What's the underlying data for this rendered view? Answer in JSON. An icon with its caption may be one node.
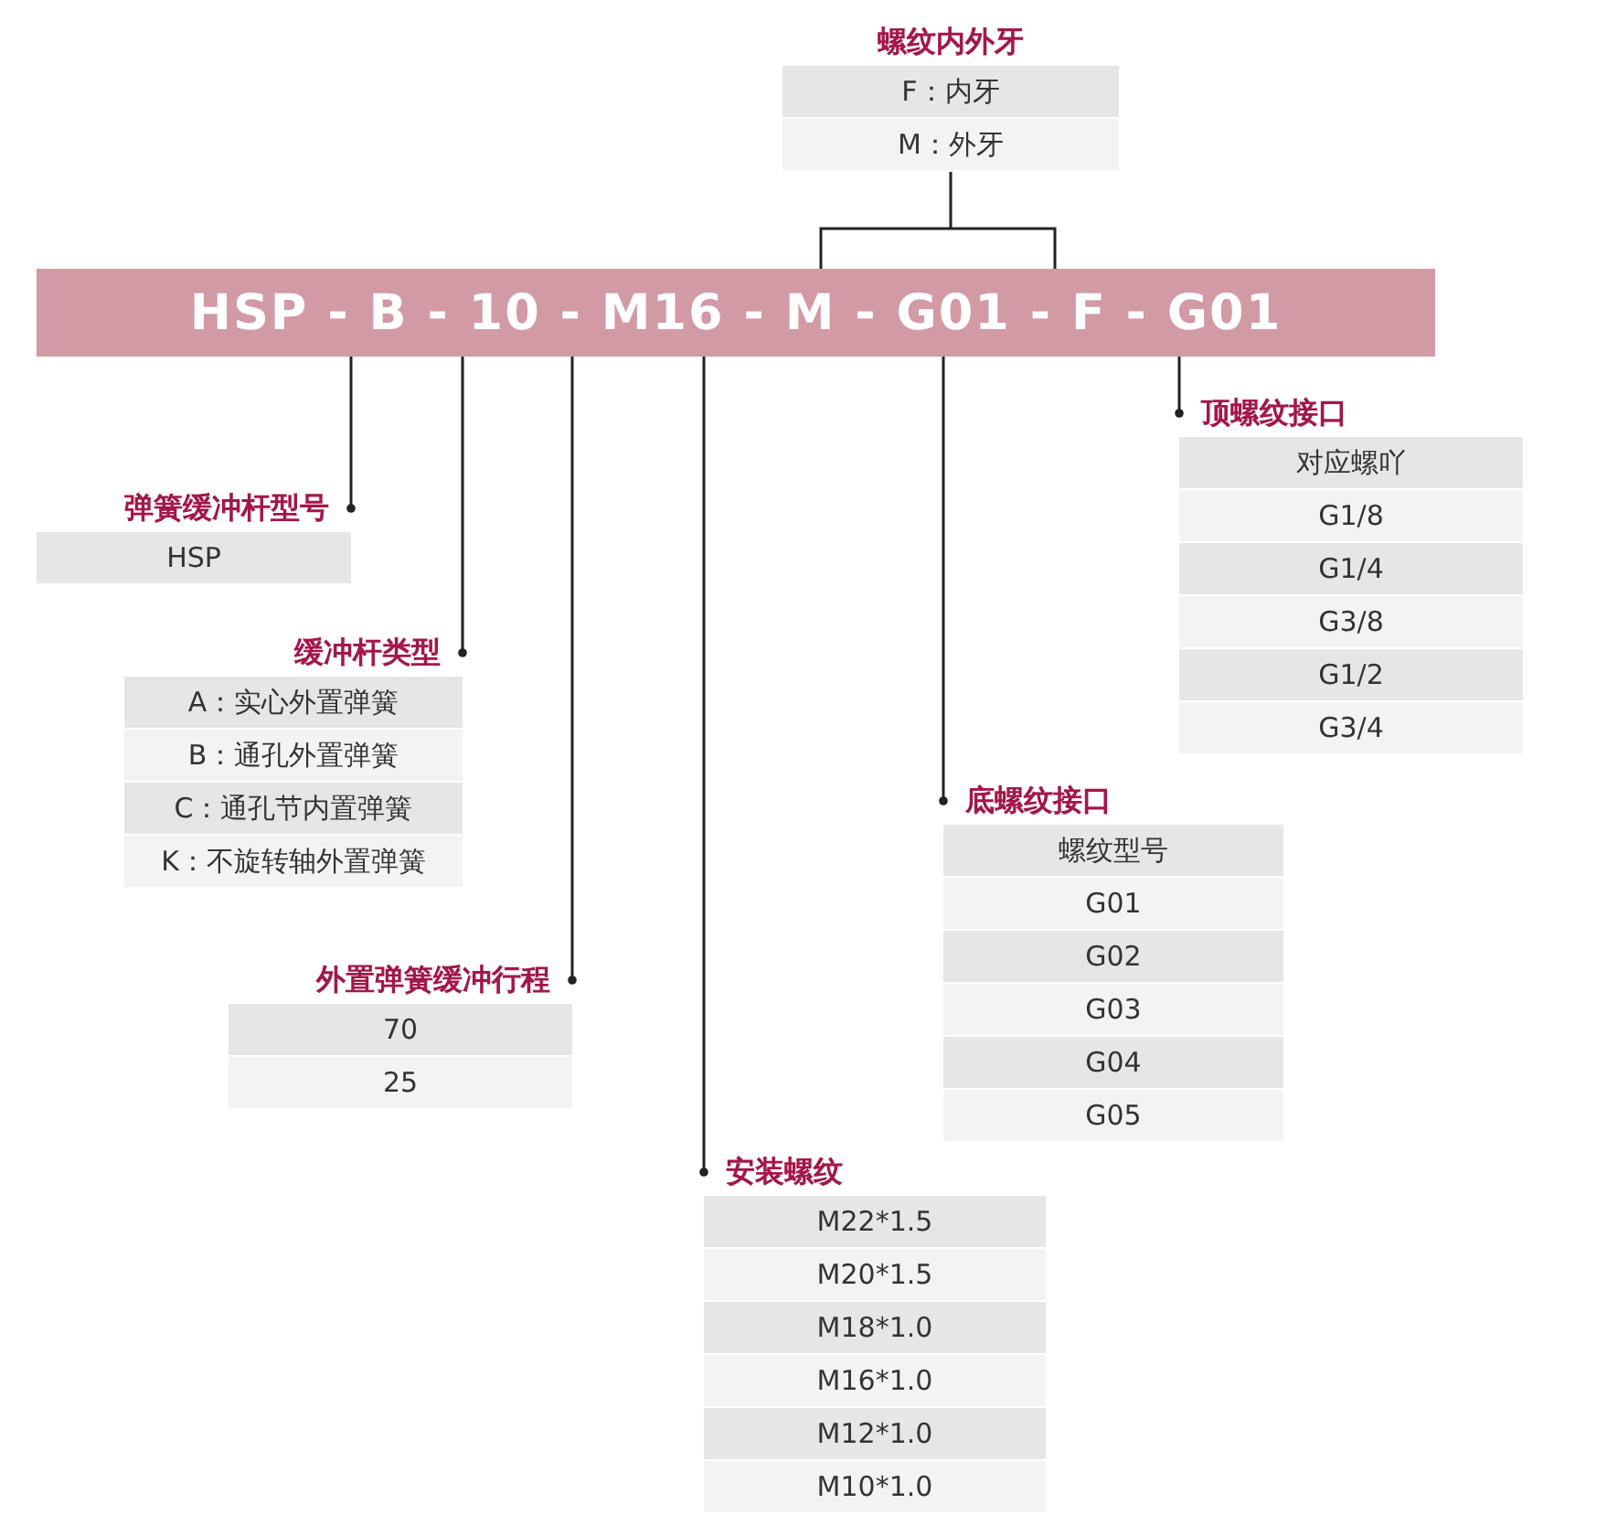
{
  "diagram": {
    "nodes": [
      {
        "text": [
          "HSP - B - 10 - M16 - M - G01 - F - G01"
        ]
      },
      {
        "text": [
          "螺纹内外牙",
          "F：内牙",
          "M：外牙"
        ]
      },
      {
        "text": [
          "弹簧缓冲杆型号",
          "HSP"
        ]
      },
      {
        "text": [
          "缓冲杆类型",
          "A：实心外置弹簧",
          "B：通孔外置弹簧",
          "C：通孔节内置弹簧",
          "K：不旋转轴外置弹簧"
        ]
      },
      {
        "text": [
          "外置弹簧缓冲行程",
          "70",
          "25"
        ]
      },
      {
        "text": [
          "安装螺纹",
          "M22*1.5",
          "M20*1.5",
          "M18*1.0",
          "M16*1.0",
          "M12*1.0",
          "M10*1.0"
        ]
      },
      {
        "text": [
          "底螺纹接口",
          "螺纹型号",
          "G01",
          "G02",
          "G03",
          "G04",
          "G05"
        ]
      },
      {
        "text": [
          "顶螺纹接口",
          "对应螺吖",
          "G1/8",
          "G1/4",
          "G3/8",
          "G1/2",
          "G3/4"
        ]
      }
    ],
    "edges": [
      {
        "from": 0,
        "to": 1,
        "arrow": "none"
      },
      {
        "from": 0,
        "to": 2,
        "arrow": "other"
      },
      {
        "from": 0,
        "to": 3,
        "arrow": "other"
      },
      {
        "from": 0,
        "to": 4,
        "arrow": "other"
      },
      {
        "from": 0,
        "to": 5,
        "arrow": "other"
      },
      {
        "from": 0,
        "to": 6,
        "arrow": "other"
      },
      {
        "from": 0,
        "to": 7,
        "arrow": "other"
      }
    ]
  }
}
